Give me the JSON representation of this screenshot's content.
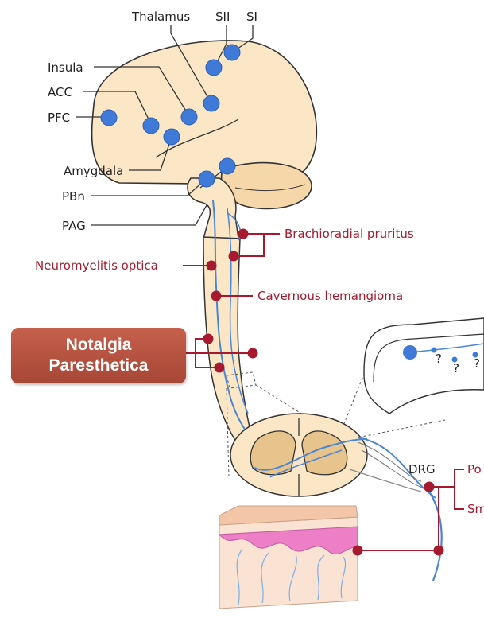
{
  "brain_labels": {
    "thalamus": "Thalamus",
    "sii": "SII",
    "si": "SI",
    "insula": "Insula",
    "acc": "ACC",
    "pfc": "PFC",
    "amygdala": "Amygdala",
    "pbn": "PBn",
    "pag": "PAG"
  },
  "spine_labels": {
    "brachioradial_pruritus": "Brachioradial pruritus",
    "neuromyelitis_optica": "Neuromyelitis optica",
    "cavernous_hemangioma": "Cavernous hemangioma",
    "drg": "DRG",
    "po_truncated": "Po",
    "sm_truncated": "Sm"
  },
  "callout": {
    "line1": "Notalgia",
    "line2": "Paresthetica"
  },
  "colors": {
    "region_dot": "#3f7ad8",
    "lesion_dot": "#a6192e",
    "tissue": "#fbe7c6",
    "outline": "#333333",
    "callout_bg": "#b4523f"
  }
}
